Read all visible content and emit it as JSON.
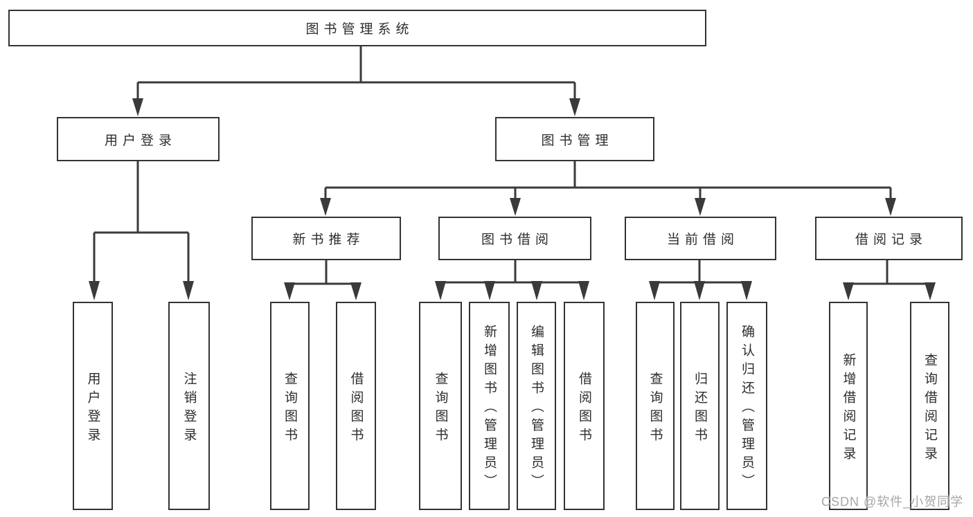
{
  "tree": {
    "root": {
      "label": "图书管理系统"
    },
    "branches": [
      {
        "label": "用户登录",
        "leaves": [
          {
            "label": "用户登录"
          },
          {
            "label": "注销登录"
          }
        ]
      },
      {
        "label": "图书管理",
        "groups": [
          {
            "label": "新书推荐",
            "leaves": [
              {
                "label": "查询图书"
              },
              {
                "label": "借阅图书"
              }
            ]
          },
          {
            "label": "图书借阅",
            "leaves": [
              {
                "label": "查询图书"
              },
              {
                "label": "新增图书（管理员）"
              },
              {
                "label": "编辑图书（管理员）"
              },
              {
                "label": "借阅图书"
              }
            ]
          },
          {
            "label": "当前借阅",
            "leaves": [
              {
                "label": "查询图书"
              },
              {
                "label": "归还图书"
              },
              {
                "label": "确认归还（管理员）"
              }
            ]
          },
          {
            "label": "借阅记录",
            "leaves": [
              {
                "label": "新增借阅记录"
              },
              {
                "label": "查询借阅记录"
              }
            ]
          }
        ]
      }
    ]
  },
  "watermark": {
    "text": "CSDN @软件_小贺同学"
  },
  "colors": {
    "line": "#3a3a3a",
    "box_border": "#333333",
    "text": "#2d2d2d",
    "watermark": "#a6a6a6",
    "background": "#ffffff"
  }
}
